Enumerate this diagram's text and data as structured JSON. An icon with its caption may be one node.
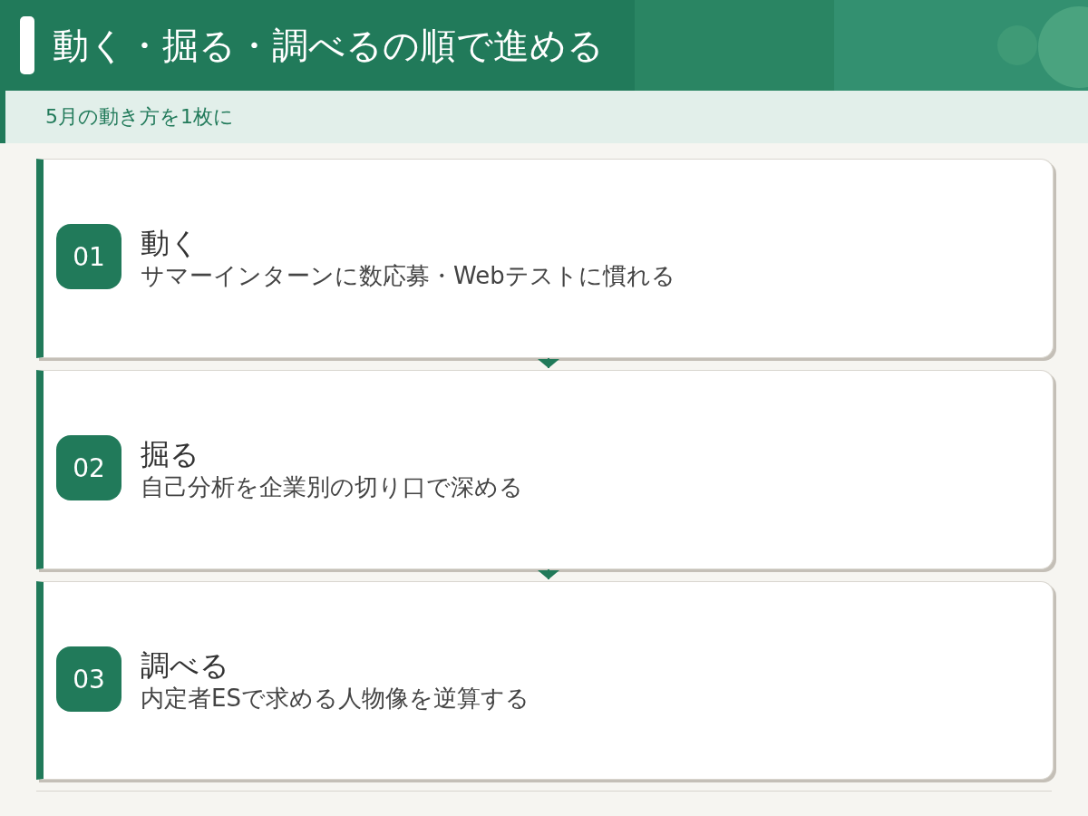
{
  "diagram": {
    "title": "動く・掘る・調べるの順で進める",
    "nodes": [
      {
        "text": [
          "動く",
          "サマーインターンに数応募・Webテストに慣れる"
        ]
      },
      {
        "text": [
          "01"
        ],
        "in": 0
      },
      {
        "text": [
          "掘る",
          "自己分析を企業別の切り口で深める"
        ]
      },
      {
        "text": [
          "02"
        ],
        "in": 2
      },
      {
        "text": [
          "調べる",
          "内定者ESで求める人物像を逆算する"
        ]
      },
      {
        "text": [
          "03"
        ],
        "in": 4
      }
    ],
    "edges": [
      {
        "from": 0,
        "to": 2,
        "arrow": "to"
      },
      {
        "from": 2,
        "to": 4,
        "arrow": "to"
      }
    ],
    "labels": [
      "5月の動き方を1枚に"
    ]
  }
}
